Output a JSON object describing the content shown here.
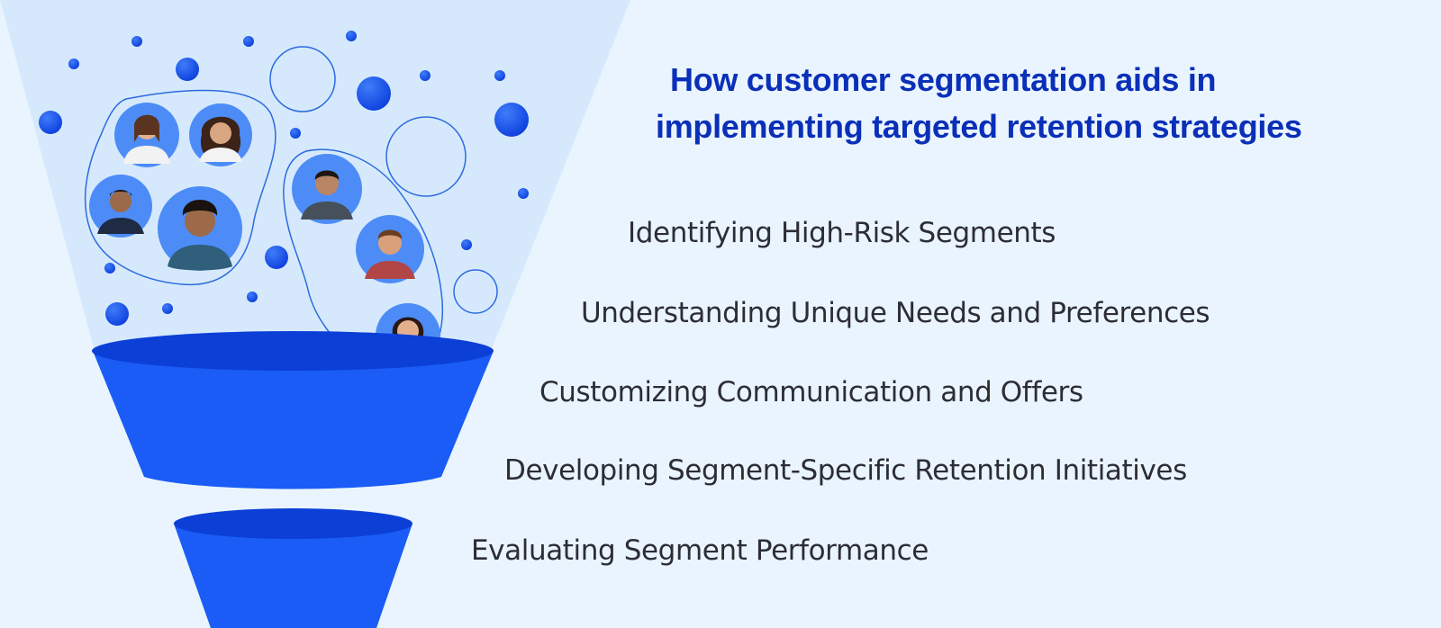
{
  "title": {
    "line1": "How customer segmentation aids in",
    "line2": "implementing targeted retention strategies"
  },
  "items": [
    "Identifying High-Risk Segments",
    "Understanding Unique Needs and Preferences",
    "Customizing Communication and Offers",
    "Developing Segment-Specific Retention Initiatives",
    "Evaluating Segment Performance"
  ],
  "colors": {
    "background": "#eaf4fe",
    "beam": "#d6e9fc",
    "funnel": "#1a5cf5",
    "funnel_rim": "#0b3fd6",
    "bubble": "#1552ef",
    "title": "#0a2fb8",
    "text": "#2d2d35"
  }
}
